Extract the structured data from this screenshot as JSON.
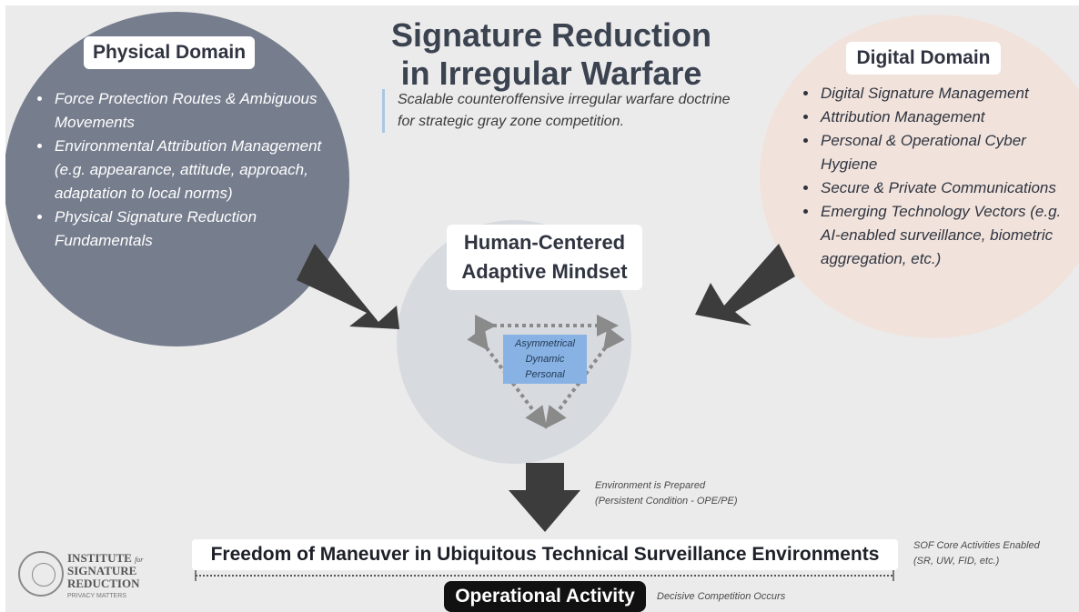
{
  "header": {
    "title_line1": "Signature Reduction",
    "title_line2": "in Irregular Warfare",
    "subtitle": "Scalable counteroffensive irregular warfare doctrine for strategic gray zone competition."
  },
  "physical_domain": {
    "label": "Physical Domain",
    "items": [
      "Force Protection Routes & Ambiguous Movements",
      "Environmental Attribution Management (e.g. appearance, attitude, approach, adaptation to local norms)",
      "Physical Signature Reduction Fundamentals"
    ]
  },
  "digital_domain": {
    "label": "Digital Domain",
    "items": [
      "Digital Signature Management",
      "Attribution Management",
      "Personal & Operational Cyber Hygiene",
      "Secure & Private Communications",
      "Emerging Technology Vectors (e.g. AI-enabled surveillance, biometric aggregation, etc.)"
    ]
  },
  "center": {
    "label_line1": "Human-Centered",
    "label_line2": "Adaptive Mindset",
    "triad": [
      "Asymmetrical",
      "Dynamic",
      "Personal"
    ]
  },
  "flow": {
    "environment_note_line1": "Environment is Prepared",
    "environment_note_line2": "(Persistent Condition - OPE/PE)",
    "freedom_banner": "Freedom of Maneuver in Ubiquitous Technical Surveillance Environments",
    "sof_note_line1": "SOF Core Activities Enabled",
    "sof_note_line2": "(SR, UW, FID, etc.)",
    "operational_activity": "Operational Activity",
    "decisive_note": "Decisive Competition Occurs"
  },
  "logo": {
    "line1": "INSTITUTE",
    "line1_small": "for",
    "line2": "SIGNATURE",
    "line3": "REDUCTION",
    "tagline": "PRIVACY MATTERS",
    "seal_icon": "globe-seal-icon"
  },
  "colors": {
    "background": "#ebebeb",
    "physical_circle": "#767d8d",
    "digital_circle": "#f1e3dc",
    "center_circle": "#d7dbdf",
    "arrow": "#3c3c3c",
    "triad_box": "#88b2e4",
    "title": "#3b4250"
  }
}
